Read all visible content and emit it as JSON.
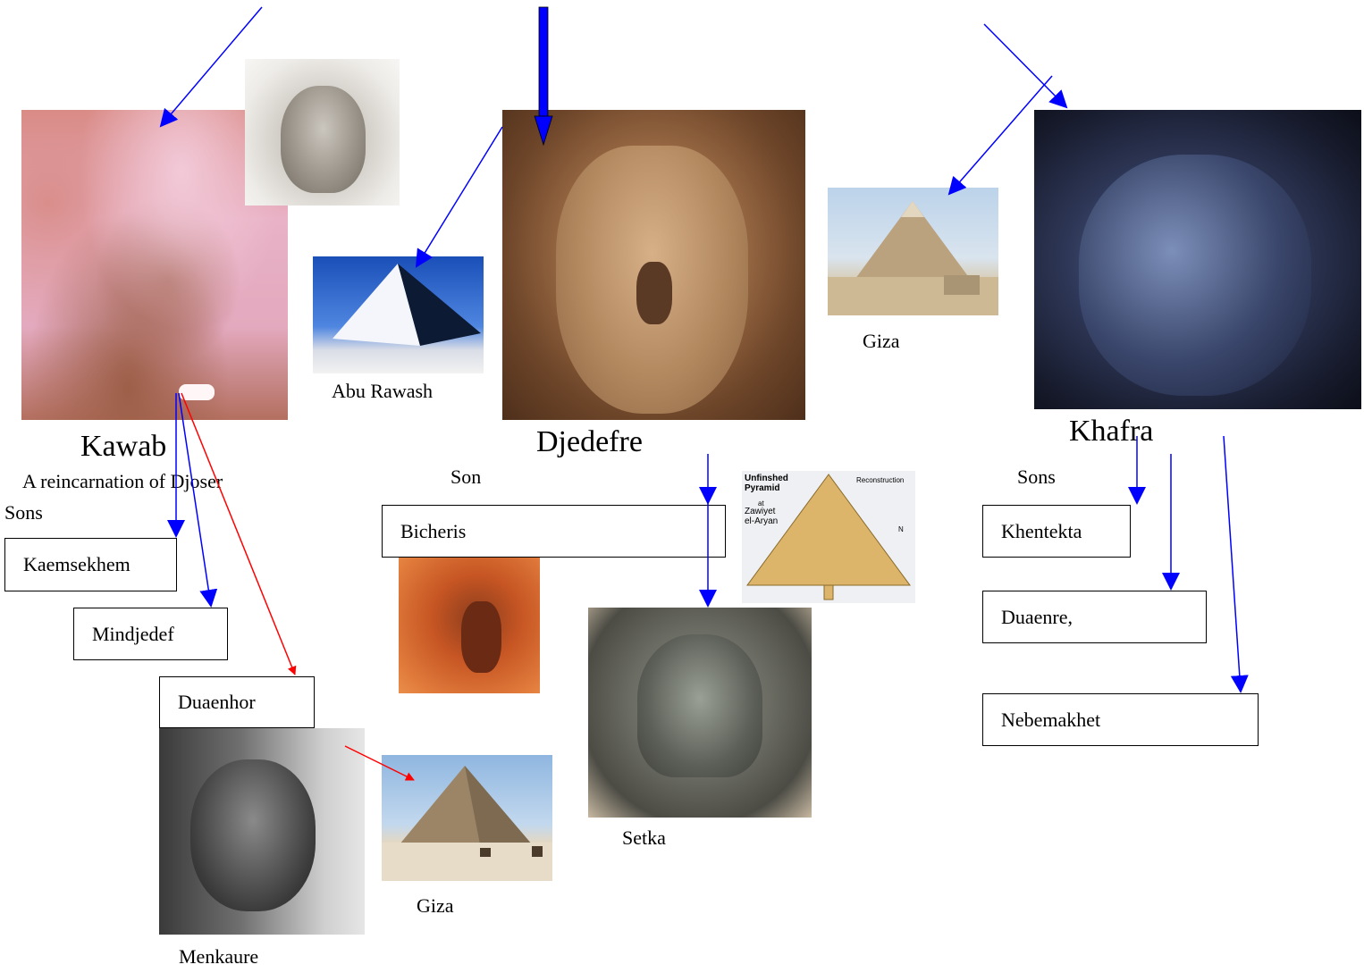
{
  "people": {
    "kawab": "Kawab",
    "kawab_note": "A reincarnation of Djoser",
    "djedefre": "Djedefre",
    "khafra": "Khafra",
    "menkaure": "Menkaure",
    "setka": "Setka"
  },
  "labels": {
    "kawab_sons": "Sons",
    "djedefre_son": "Son",
    "khafra_sons": "Sons"
  },
  "places": {
    "abu_rawash": "Abu Rawash",
    "giza_khafra": "Giza",
    "giza_menkaure": "Giza"
  },
  "boxes": {
    "kaemsekhem": "Kaemsekhem",
    "mindjedef": "Mindjedef",
    "duaenhor": "Duaenhor",
    "bicheris": "Bicheris",
    "khentekta": "Khentekta",
    "duaenre": "Duaenre,",
    "nebemakhet": "Nebemakhet"
  },
  "zawiyet_image": {
    "title_line1": "Unfinshed",
    "title_line2": "Pyramid",
    "at": "at",
    "place_line1": "Zawiyet",
    "place_line2": "el-Aryan",
    "reconstruction": "Reconstruction",
    "north": "N"
  },
  "colors": {
    "arrow_blue": "#0000ff",
    "arrow_red": "#ff0000"
  }
}
